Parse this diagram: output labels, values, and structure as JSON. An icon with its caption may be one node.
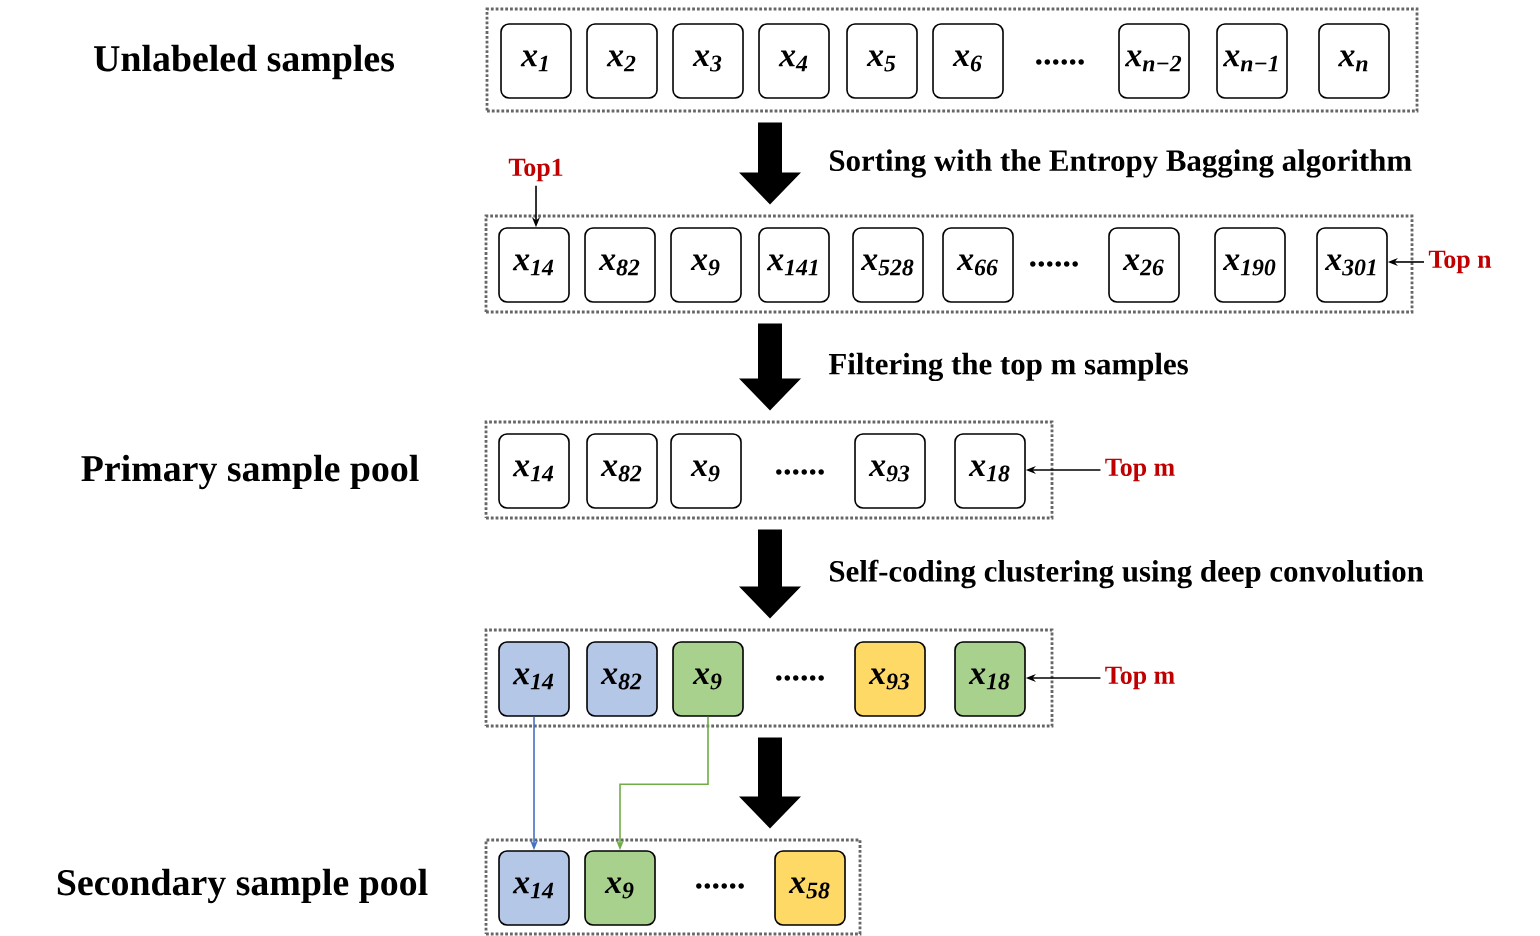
{
  "diagram": {
    "nodes": [
      {
        "text": [
          "Unlabeled samples"
        ]
      },
      {
        "text": [
          "x$_{1}$"
        ],
        "in": 0
      },
      {
        "text": [
          "x$_{2}$"
        ],
        "in": 0
      },
      {
        "text": [
          "x$_{3}$"
        ],
        "in": 0
      },
      {
        "text": [
          "x$_{4}$"
        ],
        "in": 0
      },
      {
        "text": [
          "x$_{5}$"
        ],
        "in": 0
      },
      {
        "text": [
          "x$_{6}$"
        ],
        "in": 0
      },
      {
        "text": [
          "x$_{n−2}$"
        ],
        "in": 0
      },
      {
        "text": [
          "x$_{n−1}$"
        ],
        "in": 0
      },
      {
        "text": [
          "x$_{n}$"
        ],
        "in": 0
      },
      {
        "text": [],
        "shape": "box"
      },
      {
        "text": [
          "x$_{14}$"
        ],
        "in": 10
      },
      {
        "text": [
          "x$_{82}$"
        ],
        "in": 10
      },
      {
        "text": [
          "x$_{9}$"
        ],
        "in": 10
      },
      {
        "text": [
          "x$_{141}$"
        ],
        "in": 10
      },
      {
        "text": [
          "x$_{528}$"
        ],
        "in": 10
      },
      {
        "text": [
          "x$_{66}$"
        ],
        "in": 10
      },
      {
        "text": [
          "x$_{26}$"
        ],
        "in": 10
      },
      {
        "text": [
          "x$_{190}$"
        ],
        "in": 10
      },
      {
        "text": [
          "x$_{301}$"
        ],
        "in": 10
      },
      {
        "text": [
          "Top1"
        ]
      },
      {
        "text": [
          "Top n"
        ]
      },
      {
        "text": [
          "Primary sample pool"
        ]
      },
      {
        "text": [
          "x$_{14}$"
        ],
        "in": 22
      },
      {
        "text": [
          "x$_{82}$"
        ],
        "in": 22
      },
      {
        "text": [
          "x$_{9}$"
        ],
        "in": 22
      },
      {
        "text": [
          "x$_{93}$"
        ],
        "in": 22
      },
      {
        "text": [
          "x$_{18}$"
        ],
        "in": 22
      },
      {
        "text": [
          "Top m"
        ]
      },
      {
        "text": [],
        "shape": "box"
      },
      {
        "text": [
          "x$_{14}$"
        ],
        "in": 29
      },
      {
        "text": [
          "x$_{82}$"
        ],
        "in": 29
      },
      {
        "text": [
          "x$_{9}$"
        ],
        "in": 29
      },
      {
        "text": [
          "x$_{93}$"
        ],
        "in": 29
      },
      {
        "text": [
          "x$_{18}$"
        ],
        "in": 29
      },
      {
        "text": [
          "Top m"
        ]
      },
      {
        "text": [
          "Secondary sample pool"
        ]
      },
      {
        "text": [
          "x$_{14}$"
        ],
        "in": 36
      },
      {
        "text": [
          "x$_{9}$"
        ],
        "in": 36
      },
      {
        "text": [
          "x$_{58}$"
        ],
        "in": 36
      }
    ],
    "edges": [
      {
        "from": 0,
        "to": 10,
        "arrow": "to",
        "style": "thick",
        "label": "Sorting with the Entropy Bagging algorithm"
      },
      {
        "from": 10,
        "to": 22,
        "arrow": "to",
        "style": "thick",
        "label": "Filtering the top m samples"
      },
      {
        "from": 22,
        "to": 29,
        "arrow": "to",
        "style": "thick",
        "label": "Self-coding clustering using deep convolution"
      },
      {
        "from": 29,
        "to": 36,
        "arrow": "to",
        "style": "thick"
      },
      {
        "from": 20,
        "to": 11,
        "arrow": "to"
      },
      {
        "from": 21,
        "to": 19,
        "arrow": "to"
      },
      {
        "from": 28,
        "to": 27,
        "arrow": "to"
      },
      {
        "from": 35,
        "to": 34,
        "arrow": "to"
      },
      {
        "from": 30,
        "to": 37,
        "arrow": "to",
        "color": "#4472c4"
      },
      {
        "from": 32,
        "to": 38,
        "arrow": "to",
        "color": "#70ad47"
      }
    ],
    "labels": [
      "......",
      "......",
      "......",
      "......",
      "......"
    ]
  }
}
